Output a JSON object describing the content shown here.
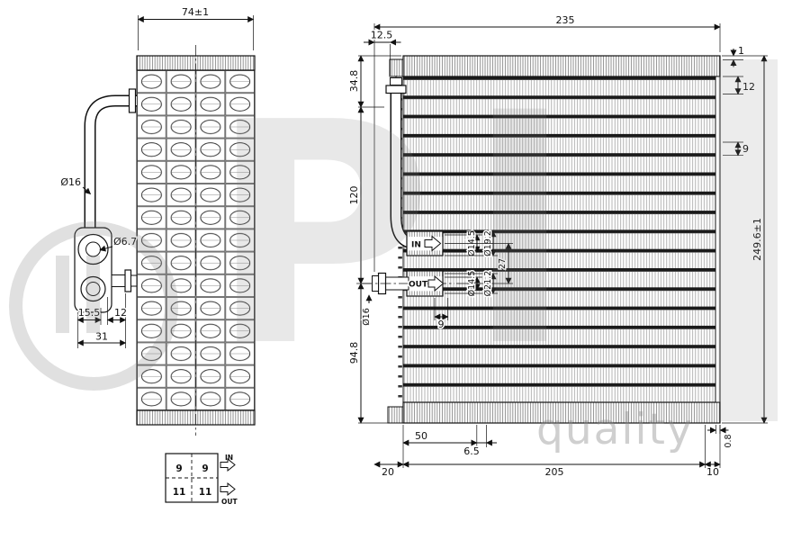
{
  "watermark": {
    "brand": "Pl",
    "quality": "quality"
  },
  "left_view": {
    "width": "74±1",
    "pipe_dia": "Ø16",
    "fitting_dia": "Ø6.7",
    "dim_offset": "15.5",
    "dim_stub": "12",
    "dim_total": "31"
  },
  "right_view": {
    "width": "235",
    "lead": "12.5",
    "seg_top": "34.8",
    "seg_mid": "120",
    "seg_bot": "94.8",
    "height": "249.6±1",
    "lip": "1",
    "tube_pitch": "12",
    "fin_height": "9",
    "plate_thk": "0.8",
    "in_label": "IN",
    "out_label": "OUT",
    "in_dia1": "Ø14.5",
    "in_dia2": "Ø19.2",
    "port_gap": "27",
    "out_dia1": "Ø14.5",
    "out_dia2": "Ø21.2",
    "stub_dia": "Ø16",
    "stub_gap": "9",
    "bot_a": "50",
    "bot_b": "6.5",
    "bot_c": "20",
    "bot_d": "205",
    "bot_e": "10"
  },
  "schematic": {
    "r1c1": "9",
    "r1c2": "9",
    "r2c1": "11",
    "r2c2": "11",
    "in_label": "IN",
    "out_label": "OUT"
  }
}
